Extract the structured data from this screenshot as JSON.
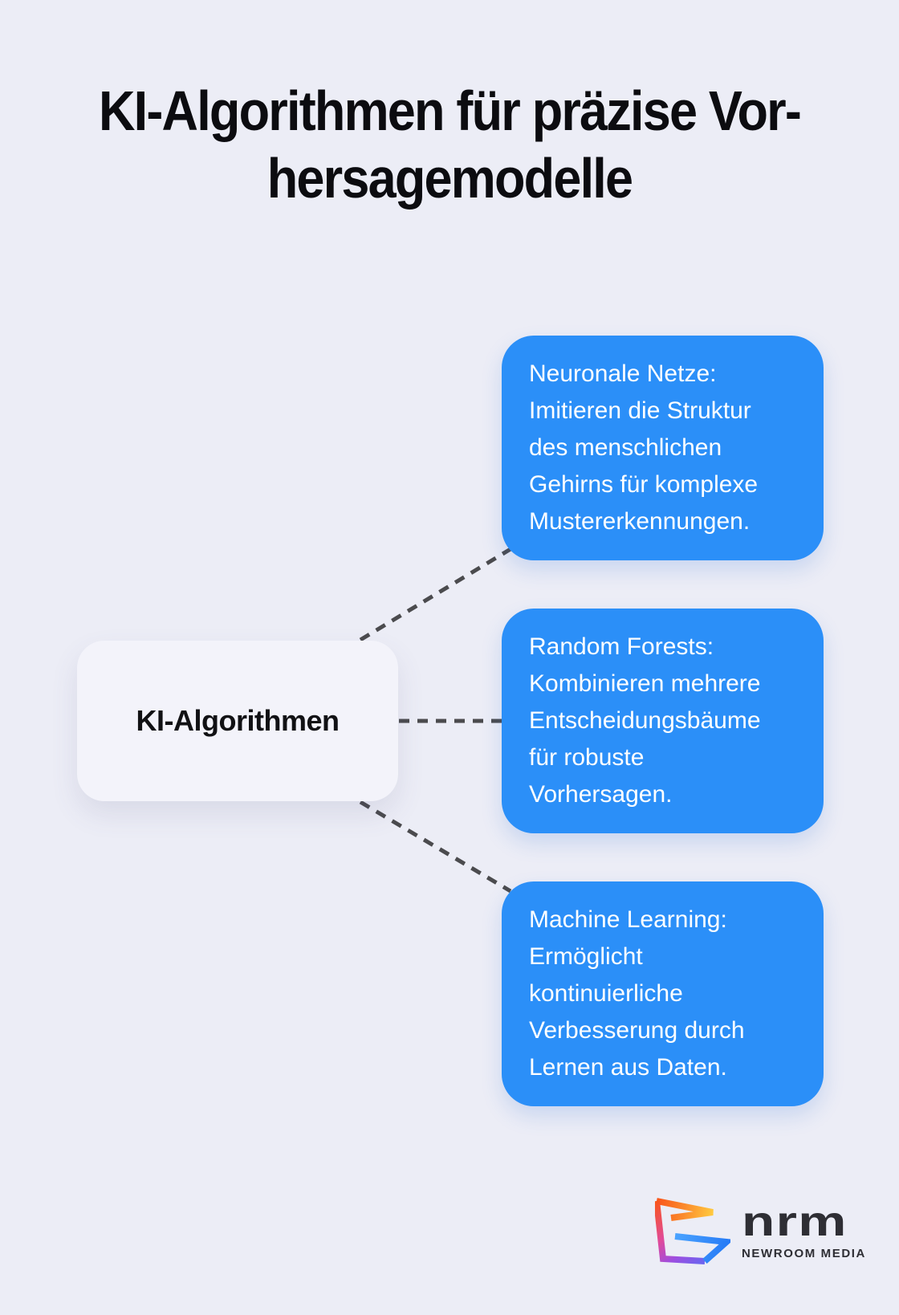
{
  "title": {
    "text": "KI-Algorithmen für präzise Vor-\nhersagemodelle"
  },
  "diagram": {
    "root_label": "KI-Algorithmen",
    "branches": [
      {
        "id": "neuronale-netze",
        "text": "Neuronale Netze:\nImitieren die Struktur\ndes menschlichen\nGehirns für komplexe\nMustererkennungen."
      },
      {
        "id": "random-forests",
        "text": "Random Forests:\nKombinieren mehrere\nEntscheidungsbäume\nfür robuste\nVorhersagen."
      },
      {
        "id": "machine-learning",
        "text": "Machine Learning:\nErmöglicht\nkontinuierliche\nVerbesserung durch\nLernen aus Daten."
      }
    ]
  },
  "footer": {
    "logo_short": "nrm",
    "logo_full": "NEWROOM MEDIA"
  },
  "colors": {
    "background": "#ECEDF6",
    "accent_blue": "#2B8FF8",
    "root_node_bg": "#F3F3FA",
    "connector_gray": "#4B4B4E",
    "title_text": "#0C0C10",
    "branch_text": "#FFFFFF",
    "logo_text": "#2E2E34",
    "logo_gradient_orange": "#F9551A",
    "logo_gradient_yellow": "#FFC93F",
    "logo_gradient_magenta": "#E04A9B",
    "logo_gradient_purple": "#9D4EE0",
    "logo_gradient_blue": "#2E8BFA"
  }
}
